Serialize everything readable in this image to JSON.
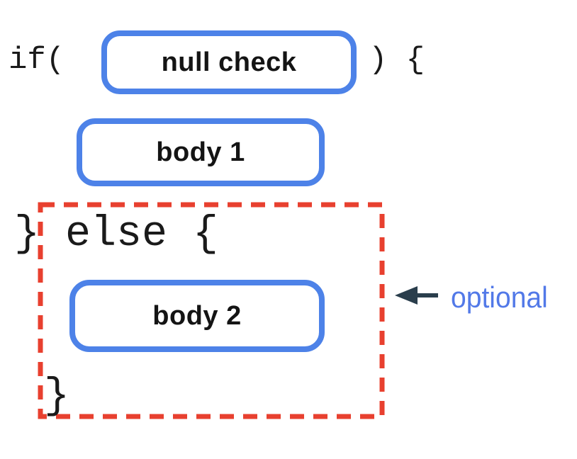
{
  "diagram": {
    "title_semantic": "if-else statement structure diagram",
    "code": {
      "if_open": "if(",
      "if_close_brace": ") {",
      "else_line": "} else {",
      "closing_brace": "}"
    },
    "boxes": {
      "condition": "null check",
      "body1": "body 1",
      "body2": "body 2"
    },
    "annotation": {
      "label": "optional"
    },
    "colors": {
      "box_border_blue": "#4d82e8",
      "dashed_outline_red": "#e8402f",
      "arrow_dark": "#2a3e4c",
      "annotation_blue": "#5279e8",
      "code_text": "#1a1a1a",
      "label_text": "#141414",
      "background": "#ffffff"
    }
  }
}
